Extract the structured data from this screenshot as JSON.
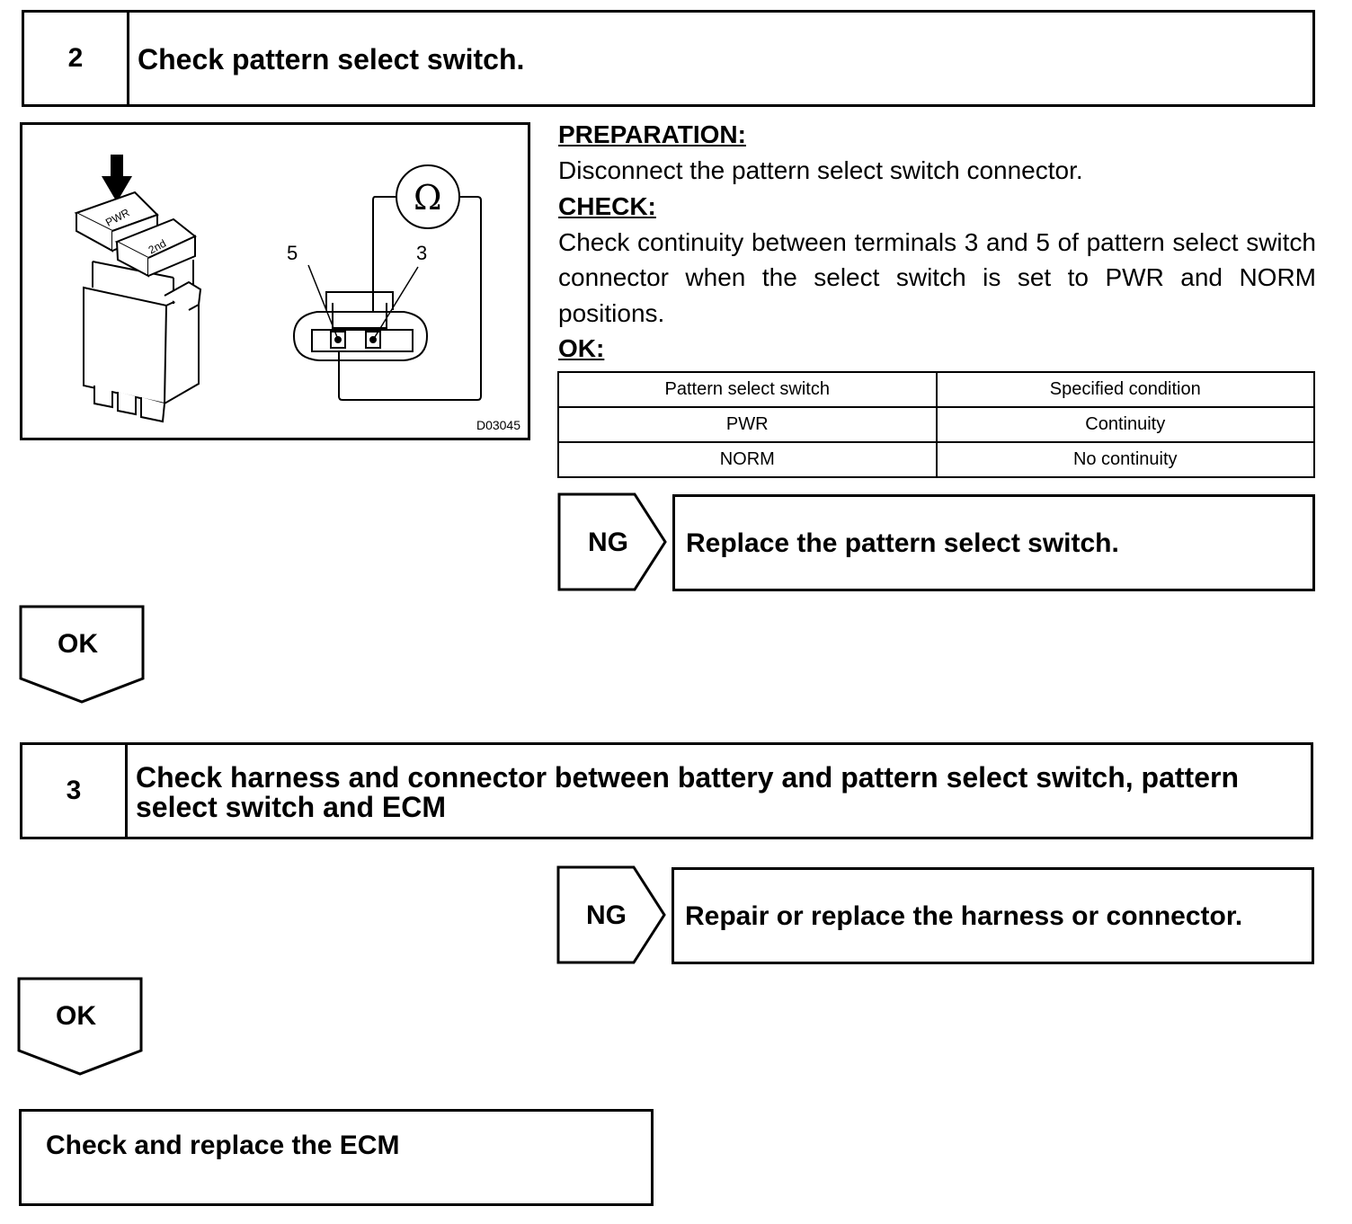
{
  "step2": {
    "number": "2",
    "title": "Check pattern select switch."
  },
  "figure": {
    "code": "D03045",
    "btn_pwr": "PWR",
    "btn_2nd": "2nd",
    "terminal_5": "5",
    "terminal_3": "3",
    "ohm_symbol": "Ω"
  },
  "preparation": {
    "heading": "PREPARATION:",
    "text": "Disconnect the pattern select switch connector."
  },
  "check": {
    "heading": "CHECK:",
    "text": "Check continuity between terminals 3 and 5 of pattern select switch connector when the select switch is set to PWR and NORM positions."
  },
  "ok_section": {
    "heading": "OK:"
  },
  "spec_table": {
    "headers": [
      "Pattern select switch",
      "Specified condition"
    ],
    "rows": [
      [
        "PWR",
        "Continuity"
      ],
      [
        "NORM",
        "No continuity"
      ]
    ]
  },
  "ng1": {
    "label": "NG",
    "text": "Replace the pattern select switch."
  },
  "ok1": {
    "label": "OK"
  },
  "step3": {
    "number": "3",
    "title": "Check harness and connector between battery and pattern select switch, pattern select switch and ECM"
  },
  "ng2": {
    "label": "NG",
    "text": "Repair or replace the harness or connector."
  },
  "ok2": {
    "label": "OK"
  },
  "final": {
    "text": "Check and replace the ECM"
  }
}
